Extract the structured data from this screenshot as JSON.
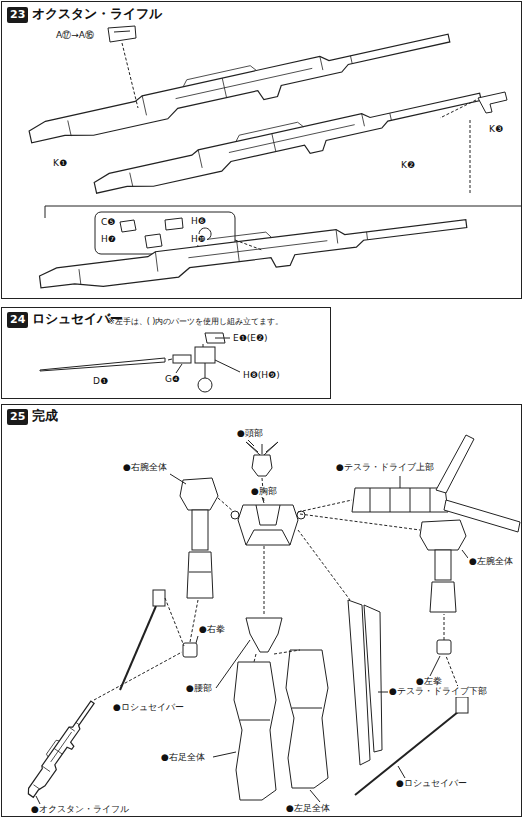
{
  "diagram": {
    "nodes": [
      {
        "text": [
          "23",
          "オクスタン・ライフル"
        ]
      },
      {
        "text": [
          "24",
          "ロシュセイバー",
          "※左手は、( )内のパーツを使用し組み立てます。"
        ]
      },
      {
        "text": [
          "25",
          "完成"
        ]
      }
    ],
    "labels": [
      "A⑰→A⑯",
      "K❶",
      "K❷",
      "K❸",
      "C❺",
      "H❻",
      "H❼",
      "H❿",
      "E❶(E❷)",
      "D❶",
      "G❹",
      "H❽(H❾)",
      "●頭部",
      "●右腕全体",
      "●テスラ・ドライブ上部",
      "●胸部",
      "●左腕全体",
      "●右拳",
      "●左拳",
      "●腰部",
      "●テスラ・ドライブ下部",
      "●ロシュセイバー",
      "●右足全体",
      "●ロシュセイバー",
      "●左足全体",
      "●オクスタン・ライフル"
    ]
  }
}
